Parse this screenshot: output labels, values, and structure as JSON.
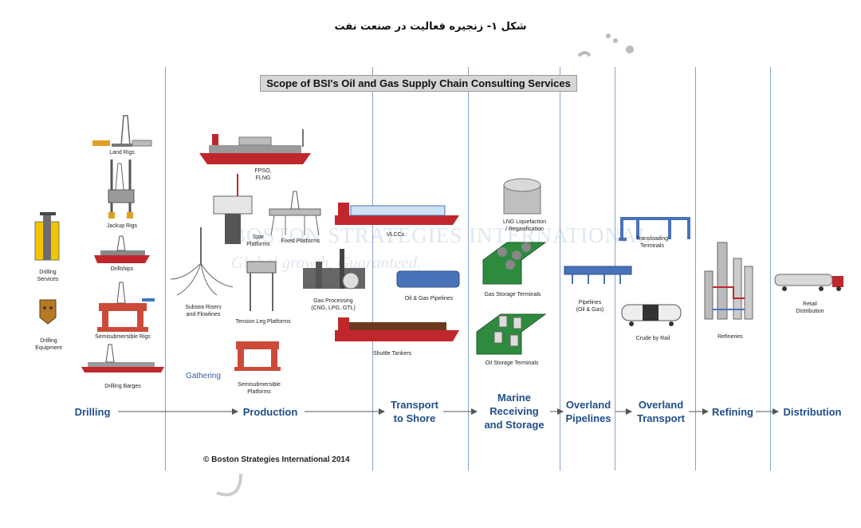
{
  "caption": "شکل ۱- زنجیره فعالیت در صنعت نفت",
  "title": "Scope of BSI's Oil and Gas Supply Chain Consulting Services",
  "watermark": {
    "line1": "BOSTON STRATEGIES INTERNATIONAL",
    "line2": "Global growth. Guaranteed."
  },
  "stages": {
    "drilling": "Drilling",
    "production": "Production",
    "transport_line1": "Transport",
    "transport_line2": "to Shore",
    "marine_line1": "Marine",
    "marine_line2": "Receiving",
    "marine_line3": "and Storage",
    "pipelines_line1": "Overland",
    "pipelines_line2": "Pipelines",
    "transport2_line1": "Overland",
    "transport2_line2": "Transport",
    "refining": "Refining",
    "distribution": "Distribution"
  },
  "gathering": "Gathering",
  "labels": {
    "drilling_services_1": "Drilling",
    "drilling_services_2": "Services",
    "drilling_equipment_1": "Drilling",
    "drilling_equipment_2": "Equipment",
    "land_rigs": "Land Rigs",
    "jackup_rigs": "Jackup Rigs",
    "drillships": "Drillships",
    "semisub_rigs": "Semisubmersible Rigs",
    "drilling_barges": "Drilling Barges",
    "fpso_1": "FPSO,",
    "fpso_2": "FLNG",
    "spar_1": "Spar",
    "spar_2": "Platforms",
    "fixed_platforms": "Fixed Platforms",
    "gas_processing_1": "Gas Processing",
    "gas_processing_2": "(CNG, LPG, GTL)",
    "subsea_1": "Subsea Risers",
    "subsea_2": "and Flowlines",
    "tlp": "Tension Leg Platforms",
    "semisub_platforms_1": "Semisubmersible",
    "semisub_platforms_2": "Platforms",
    "vlccs": "VLCCs",
    "oil_gas_pipelines": "Oil & Gas Pipelines",
    "shuttle_tankers": "Shuttle Tankers",
    "lng_1": "LNG Liquefaction",
    "lng_2": "/ Regasification",
    "gas_storage": "Gas Storage Terminals",
    "oil_storage": "Oil Storage Terminals",
    "pipelines_1": "Pipelines",
    "pipelines_2": "(Oil & Gas)",
    "transloading_1": "Transloading",
    "transloading_2": "Terminals",
    "crude_rail": "Crude by Rail",
    "refineries": "Refineries",
    "retail_1": "Retail",
    "retail_2": "Distribution"
  },
  "copyright": "© Boston Strategies International 2014",
  "colors": {
    "stage_text": "#1f4e8a",
    "separator": "#8aa3c9",
    "hull_red": "#c0272d",
    "pipe_blue": "#4a72b8",
    "terminal_green": "#2e8b3e"
  }
}
